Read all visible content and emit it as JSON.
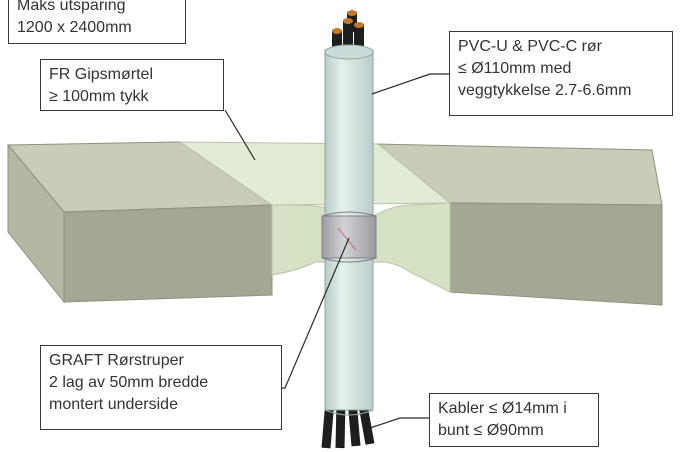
{
  "callouts": {
    "opening": {
      "lines": [
        "Maks utsparing",
        "1200 x 2400mm"
      ]
    },
    "mortar": {
      "lines": [
        "FR Gipsmørtel",
        "≥ 100mm tykk"
      ]
    },
    "pipe": {
      "lines": [
        "PVC-U & PVC-C rør",
        "≤ Ø110mm med",
        "veggtykkelse 2.7-6.6mm"
      ]
    },
    "collar": {
      "lines": [
        "GRAFT Rørstruper",
        "2 lag av 50mm bredde",
        "montert underside"
      ]
    },
    "cables": {
      "lines": [
        "Kabler ≤ Ø14mm i",
        "bunt ≤ Ø90mm"
      ]
    }
  },
  "colors": {
    "slab_top": "#c9cdb8",
    "slab_side": "#a3a793",
    "mortar": "#e2ecd4",
    "pipe": "#d4e4e2",
    "collar": "#b8b8bc",
    "cable": "#1e1e1e",
    "cable_core": "#c27a2a"
  }
}
